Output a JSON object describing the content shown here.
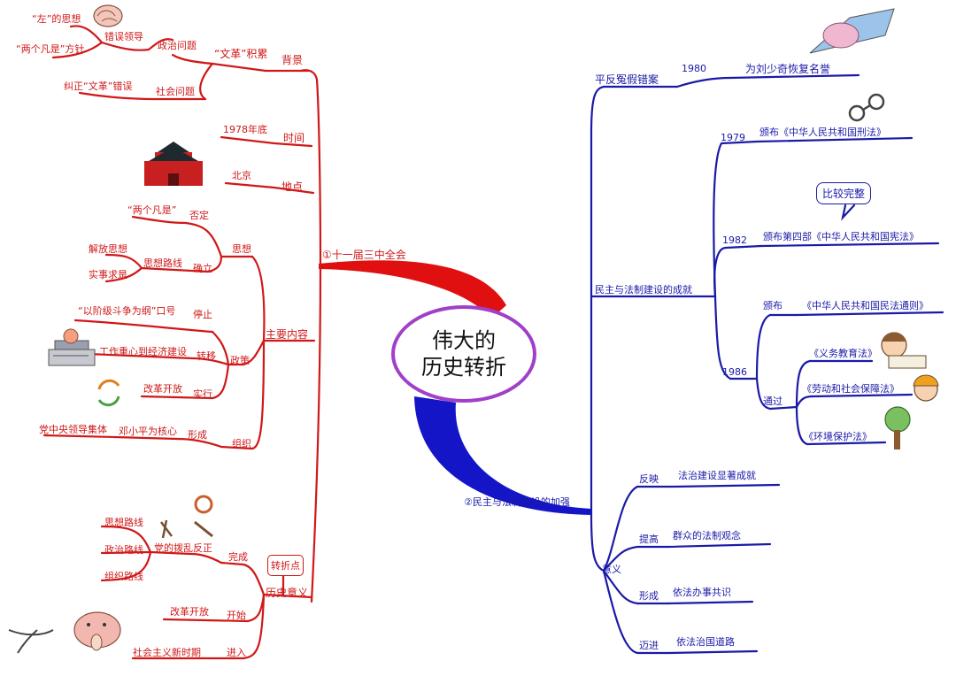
{
  "center": {
    "line1": "伟大的",
    "line2": "历史转折"
  },
  "left": {
    "branch_label": "①十一届三中全会",
    "beijing": {
      "label": "背景",
      "wenge": "“文革”积累",
      "zhengzhi": "政治问题",
      "cuowu": "错误领导",
      "zuo": "“左”的思想",
      "fanshi": "“两个凡是”方针",
      "shehui": "社会问题",
      "jiuzheng": "纠正“文革”错误"
    },
    "shijian": {
      "label": "时间",
      "value": "1978年底"
    },
    "didian": {
      "label": "地点",
      "value": "北京"
    },
    "zhuyao": {
      "label": "主要内容",
      "sixiang": "思想",
      "fouding": "否定",
      "fanshi2": "“两个凡是”",
      "queli": "确立",
      "luxian": "思想路线",
      "jiefang": "解放思想",
      "shishi": "实事求是",
      "zhengce": "政策",
      "tingzhi": "停止",
      "jieji": "“以阶级斗争为纲”口号",
      "zhuanyi": "转移",
      "gongzuo": "工作重心到经济建设",
      "shixing": "实行",
      "gaige": "改革开放",
      "zuzhi": "组织",
      "xingcheng": "形成",
      "hexin": "邓小平为核心",
      "lingdao": "党中央领导集体"
    },
    "lishi": {
      "label": "历史意义",
      "zhuanzhe": "转折点",
      "wancheng": "完成",
      "boluan": "党的拨乱反正",
      "l1": "思想路线",
      "l2": "政治路线",
      "l3": "组织路线",
      "kaishi": "开始",
      "gaige2": "改革开放",
      "jinru": "进入",
      "xinshiqi": "社会主义新时期"
    }
  },
  "right": {
    "pingfan": {
      "label": "平反冤假错案",
      "year": "1980",
      "value": "为刘少奇恢复名誉"
    },
    "chengjiu": {
      "label": "民主与法制建设的成就",
      "y1979": "1979",
      "xingfa": "颁布《中华人民共和国刑法》",
      "bubble": "比较完整",
      "y1982": "1982",
      "xianfa": "颁布第四部《中华人民共和国宪法》",
      "y1986": "1986",
      "banbu": "颁布",
      "minfa": "《中华人民共和国民法通则》",
      "tongguo": "通过",
      "yiwu": "《义务教育法》",
      "laodong": "《劳动和社会保障法》",
      "huanjing": "《环境保护法》"
    },
    "branch_label": "②民主与法制建设的加强",
    "yiyi": {
      "label": "意义",
      "fanying": "反映",
      "fanying_v": "法治建设显著成就",
      "tigao": "提高",
      "tigao_v": "群众的法制观念",
      "xingcheng": "形成",
      "xingcheng_v": "依法办事共识",
      "maijin": "迈进",
      "maijin_v": "依法治国道路"
    }
  },
  "colors": {
    "left": "#d01818",
    "right": "#1a1aa8",
    "center": "#a040c8"
  }
}
